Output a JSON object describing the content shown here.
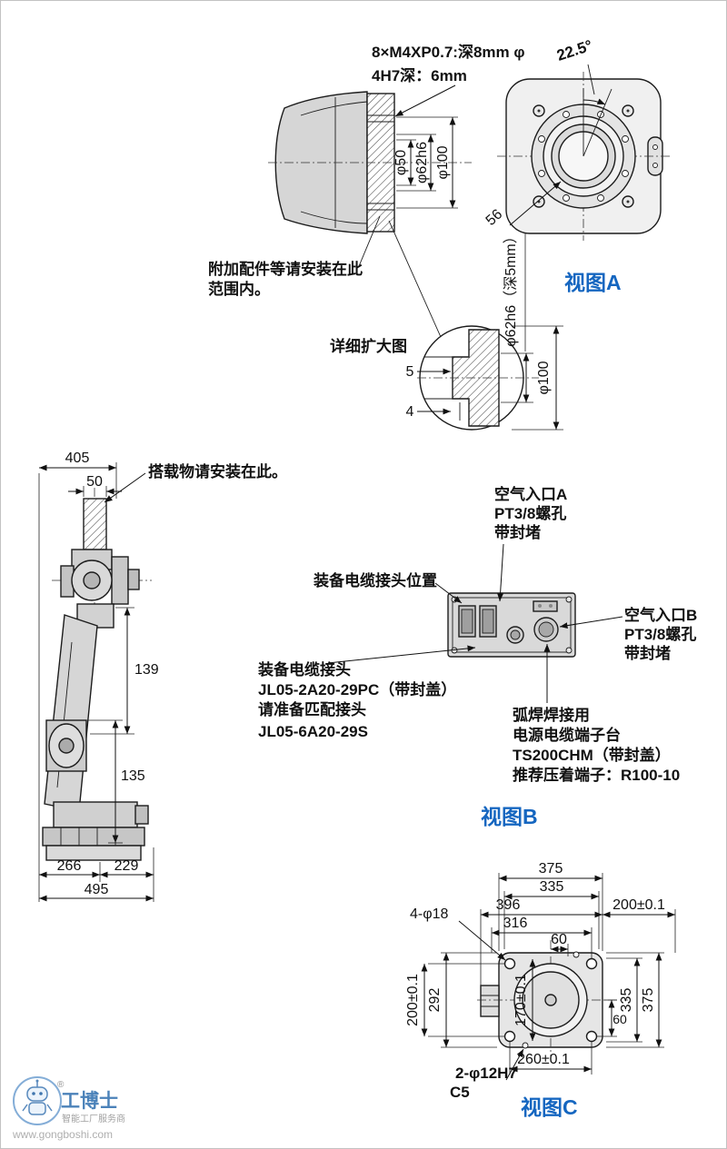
{
  "colors": {
    "accent": "#1566c0"
  },
  "view_a": {
    "label": "视图A",
    "thread_note_1": "8×M4XP0.7:深8mm φ",
    "thread_note_2": "4H7深：6mm",
    "angle": "22.5°",
    "phi50": "φ50",
    "phi62": "φ62h6",
    "phi100": "φ100",
    "dim56": "56",
    "attach_note_1": "附加配件等请安装在此",
    "attach_note_2": "范围内。"
  },
  "detail_view": {
    "title": "详细扩大图",
    "dim5": "5",
    "dim4": "4",
    "phi62_depth": "φ62h6（深5mm）",
    "phi100": "φ100"
  },
  "side_view": {
    "payload_note": "搭载物请安装在此。",
    "dim405": "405",
    "dim50": "50",
    "dim139": "139",
    "dim135": "135",
    "dim266": "266",
    "dim229": "229",
    "dim495": "495"
  },
  "view_b": {
    "label": "视图B",
    "air_a_1": "空气入口A",
    "air_a_2": "PT3/8螺孔",
    "air_a_3": "带封堵",
    "cable_position": "装备电缆接头位置",
    "air_b_1": "空气入口B",
    "air_b_2": "PT3/8螺孔",
    "air_b_3": "带封堵",
    "cable_1": "装备电缆接头",
    "cable_2": "JL05-2A20-29PC（带封盖）",
    "cable_3": "请准备匹配接头",
    "cable_4": "JL05-6A20-29S",
    "weld_1": "弧焊焊接用",
    "weld_2": "电源电缆端子台",
    "weld_3": "TS200CHM（带封盖）",
    "weld_4": "推荐压着端子：R100-10"
  },
  "view_c": {
    "label": "视图C",
    "dim375_top": "375",
    "dim335_top": "335",
    "dim396": "396",
    "dim200_top": "200±0.1",
    "dim316": "316",
    "dim60_top": "60",
    "dim4phi18": "4-φ18",
    "dim200_left": "200±0.1",
    "dim292": "292",
    "dim170": "170±0.1",
    "dim60_right": "60",
    "dim335_right": "335",
    "dim375_right": "375",
    "dim260_bottom": "260±0.1",
    "dowel_note": "2-φ12H7",
    "chamfer_note": "C5"
  },
  "watermark": {
    "registered": "®",
    "brand": "工博士",
    "tagline": "智能工厂服务商",
    "url": "www.gongboshi.com"
  }
}
